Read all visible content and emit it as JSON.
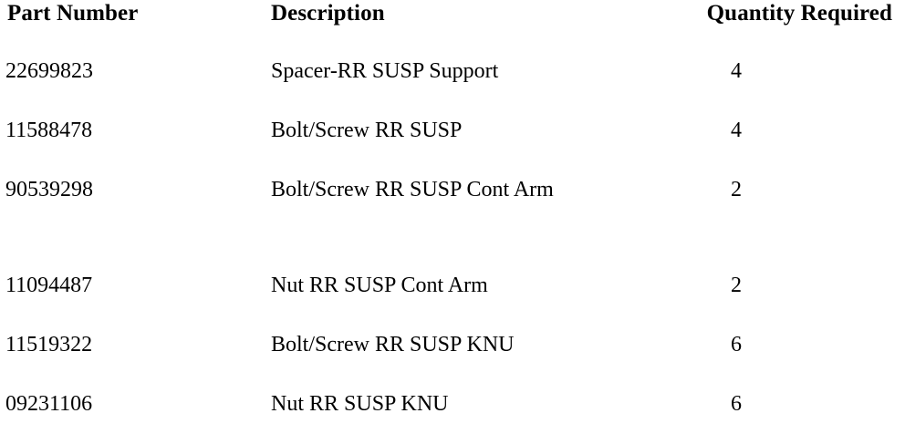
{
  "table": {
    "columns": [
      {
        "key": "part_number",
        "label": "Part Number",
        "align": "left"
      },
      {
        "key": "description",
        "label": "Description",
        "align": "left"
      },
      {
        "key": "quantity_required",
        "label": "Quantity Required",
        "align": "right"
      }
    ],
    "headers": {
      "part_number": "Part Number",
      "description": "Description",
      "quantity_required": "Quantity Required"
    },
    "rows": [
      {
        "part_number": "22699823",
        "description": "Spacer-RR SUSP Support",
        "quantity_required": "4"
      },
      {
        "part_number": "11588478",
        "description": "Bolt/Screw RR SUSP",
        "quantity_required": "4"
      },
      {
        "part_number": "90539298",
        "description": "Bolt/Screw RR SUSP Cont Arm",
        "quantity_required": "2"
      },
      {
        "part_number": "11094487",
        "description": "Nut RR SUSP Cont Arm",
        "quantity_required": "2"
      },
      {
        "part_number": "11519322",
        "description": "Bolt/Screw RR SUSP KNU",
        "quantity_required": "6"
      },
      {
        "part_number": "09231106",
        "description": "Nut RR SUSP KNU",
        "quantity_required": "6"
      }
    ]
  },
  "colors": {
    "text": "#000000",
    "background": "#ffffff"
  }
}
